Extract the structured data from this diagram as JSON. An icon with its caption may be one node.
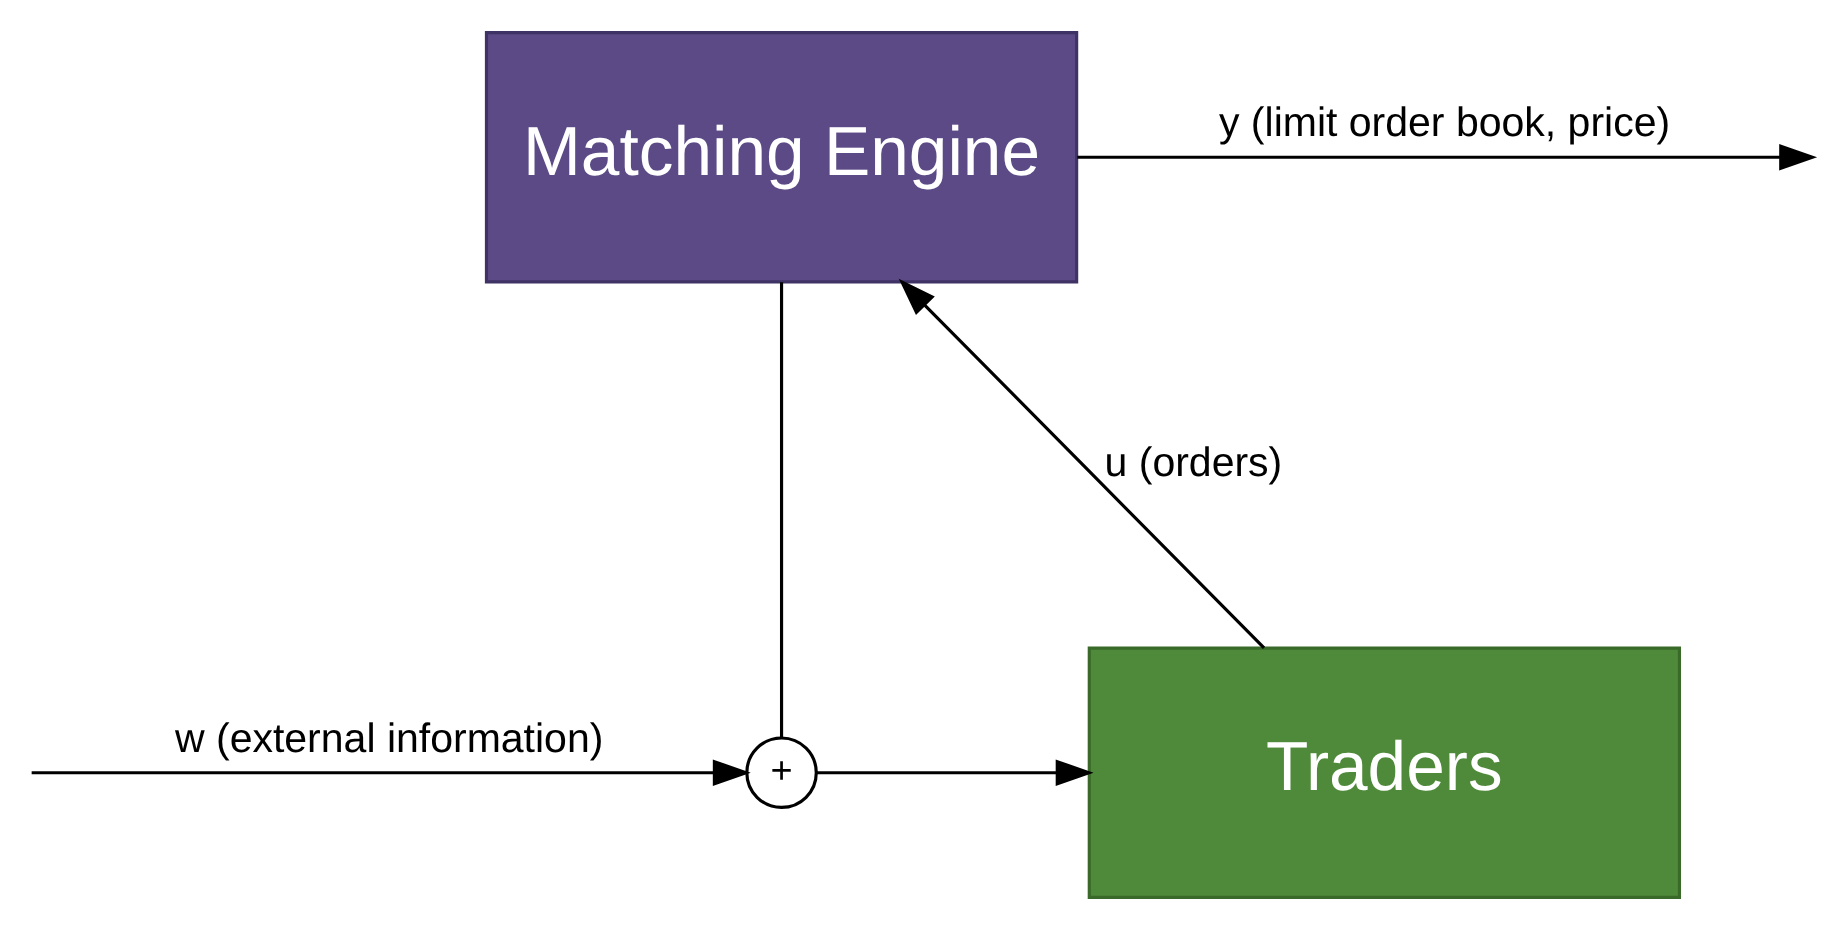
{
  "diagram": {
    "nodes": [
      {
        "text": [
          "Matching Engine"
        ]
      },
      {
        "text": [
          "Traders"
        ]
      },
      {
        "text": [
          "+"
        ]
      }
    ],
    "edges": [
      {
        "from": 1,
        "to": 0,
        "arrow": "to",
        "label": "u (orders)"
      },
      {
        "from": 0,
        "to": null,
        "arrow": "to",
        "label": "y (limit order book, price)"
      },
      {
        "from": 0,
        "to": 2,
        "arrow": "none"
      },
      {
        "from": null,
        "to": 2,
        "arrow": "to",
        "label": "w (external information)"
      },
      {
        "from": 2,
        "to": 1,
        "arrow": "to"
      }
    ]
  }
}
